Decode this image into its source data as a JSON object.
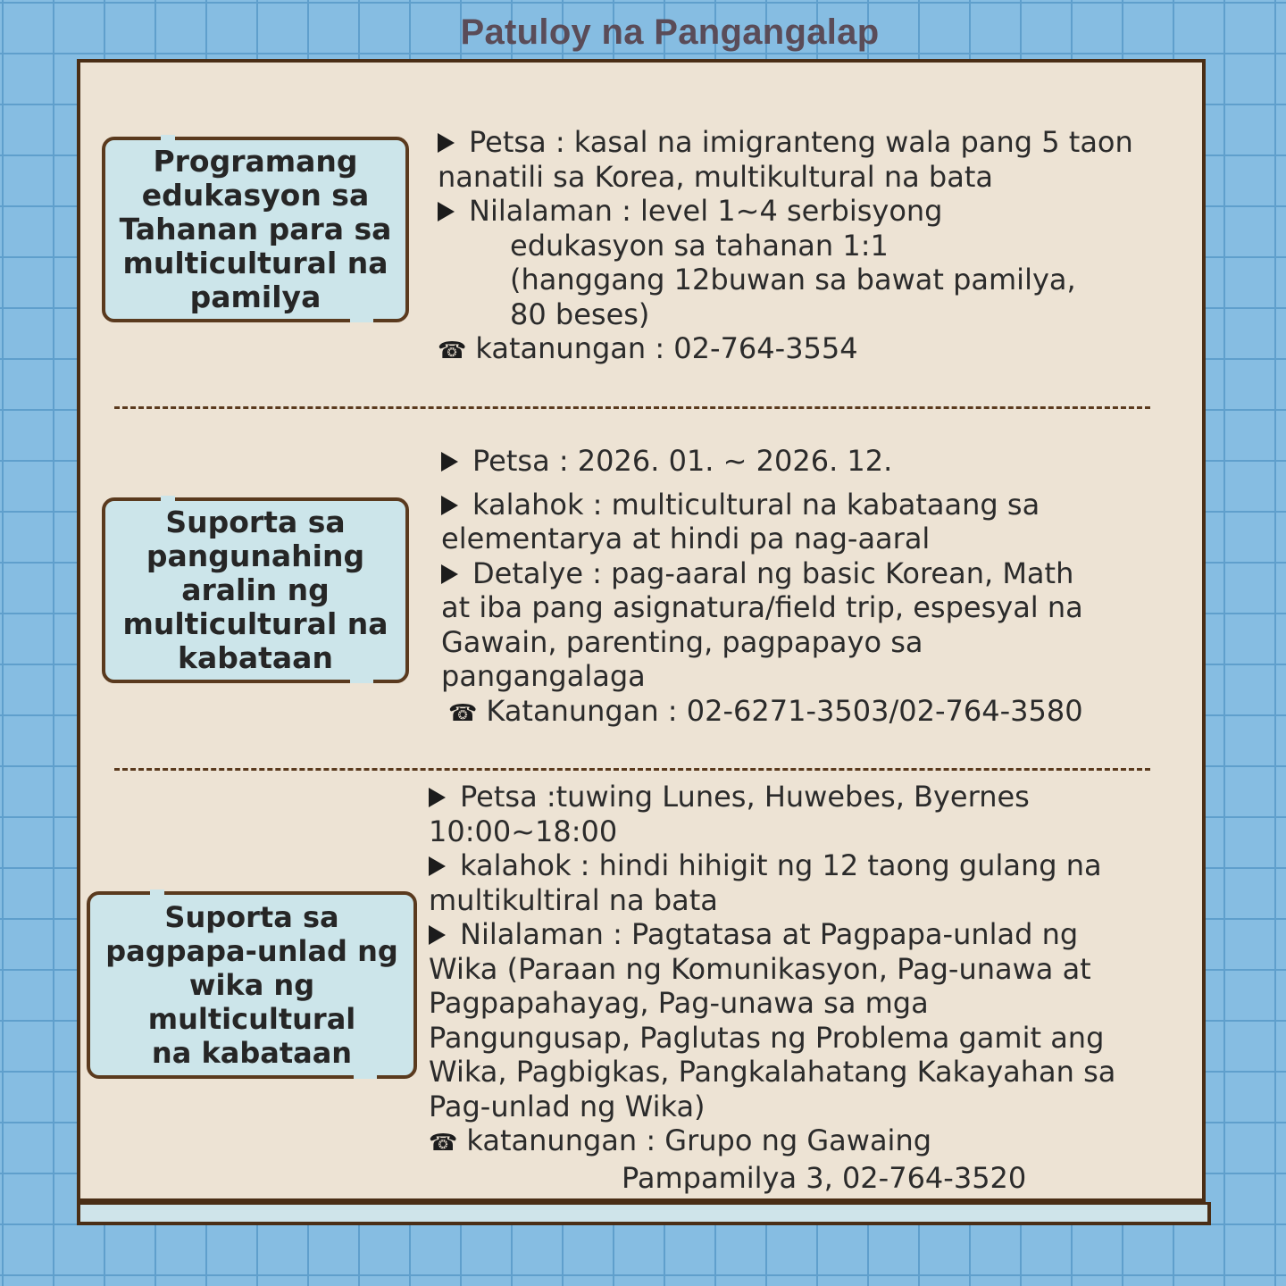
{
  "title": "Patuloy na Pangangalap",
  "sections": [
    {
      "label_lines": [
        "Programang",
        "edukasyon sa",
        "Tahanan para sa",
        "multicultural na",
        "pamilya"
      ],
      "lines": [
        {
          "marker": "triangle",
          "text": "Petsa : kasal na imigranteng wala pang 5 taon"
        },
        {
          "marker": "",
          "text": "nanatili sa Korea, multikultural na bata"
        },
        {
          "marker": "triangle",
          "text": "Nilalaman : level 1~4 serbisyong"
        },
        {
          "marker": "",
          "indent": true,
          "text": "edukasyon sa tahanan 1:1"
        },
        {
          "marker": "",
          "indent": true,
          "text": "(hanggang 12buwan sa bawat pamilya,"
        },
        {
          "marker": "",
          "indent": true,
          "text": "80 beses)"
        },
        {
          "marker": "phone",
          "text": "katanungan : 02-764-3554"
        }
      ]
    },
    {
      "label_lines": [
        "Suporta sa",
        "pangunahing",
        "aralin ng",
        "multicultural na",
        "kabataan"
      ],
      "lines": [
        {
          "marker": "triangle",
          "text": "Petsa : 2026. 01. ~ 2026. 12."
        },
        {
          "marker": "triangle",
          "text": "kalahok : multicultural na kabataang sa"
        },
        {
          "marker": "",
          "text": "elementarya at hindi pa nag-aaral"
        },
        {
          "marker": "triangle",
          "text": "Detalye : pag-aaral ng basic Korean, Math"
        },
        {
          "marker": "",
          "text": "at iba pang asignatura/field trip, espesyal na"
        },
        {
          "marker": "",
          "text": "Gawain, parenting, pagpapayo sa"
        },
        {
          "marker": "",
          "text": "pangangalaga"
        },
        {
          "marker": "phone",
          "text": "Katanungan : 02-6271-3503/02-764-3580"
        }
      ]
    },
    {
      "label_lines": [
        "Suporta sa",
        "pagpapa-unlad ng",
        "wika ng multicultural",
        "na kabataan"
      ],
      "lines": [
        {
          "marker": "triangle",
          "text": "Petsa :tuwing Lunes, Huwebes, Byernes"
        },
        {
          "marker": "",
          "text": "10:00~18:00"
        },
        {
          "marker": "triangle",
          "text": "kalahok : hindi hihigit ng 12 taong gulang na"
        },
        {
          "marker": "",
          "text": "multikultiral na bata"
        },
        {
          "marker": "triangle",
          "text": "Nilalaman : Pagtatasa at Pagpapa-unlad ng"
        },
        {
          "marker": "",
          "text": "Wika (Paraan ng Komunikasyon, Pag-unawa at"
        },
        {
          "marker": "",
          "text": "Pagpapahayag, Pag-unawa sa mga"
        },
        {
          "marker": "",
          "text": "Pangungusap, Paglutas ng Problema gamit ang"
        },
        {
          "marker": "",
          "text": "Wika, Pagbigkas, Pangkalahatang Kakayahan sa"
        },
        {
          "marker": "",
          "text": "Pag-unlad ng Wika)"
        },
        {
          "marker": "phone",
          "text": "katanungan : Grupo ng Gawaing"
        },
        {
          "marker": "",
          "indent_wide": true,
          "text": "Pampamilya 3, 02-764-3520"
        }
      ]
    }
  ]
}
